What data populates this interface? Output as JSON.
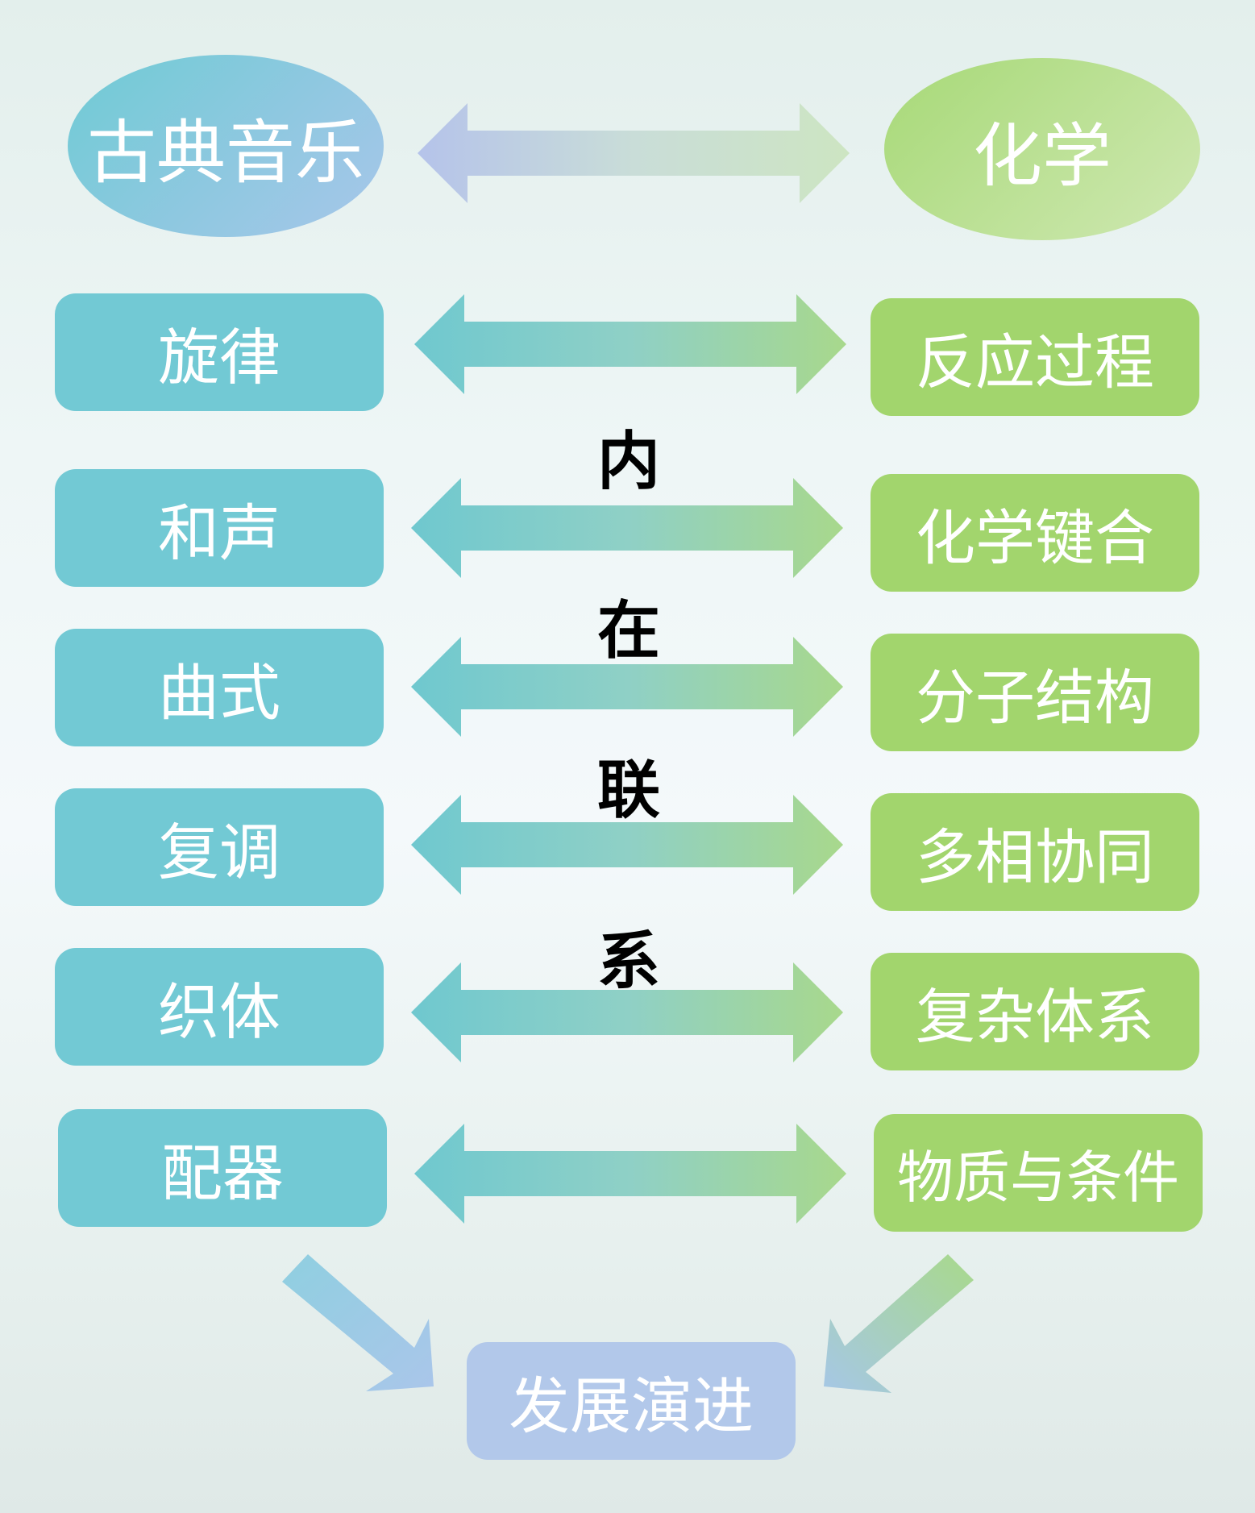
{
  "header": {
    "left": "古典音乐",
    "right": "化学"
  },
  "pairs": [
    {
      "left": "旋律",
      "right": "反应过程"
    },
    {
      "left": "和声",
      "right": "化学键合"
    },
    {
      "left": "曲式",
      "right": "分子结构"
    },
    {
      "left": "复调",
      "right": "多相协同"
    },
    {
      "left": "织体",
      "right": "复杂体系"
    },
    {
      "left": "配器",
      "right": "物质与条件"
    }
  ],
  "connector_chars": [
    "内",
    "在",
    "联",
    "系"
  ],
  "bottom": "发展演进",
  "colors": {
    "music": "#72c9d4",
    "chemistry": "#a2d56d",
    "result": "#b2c8ea"
  }
}
